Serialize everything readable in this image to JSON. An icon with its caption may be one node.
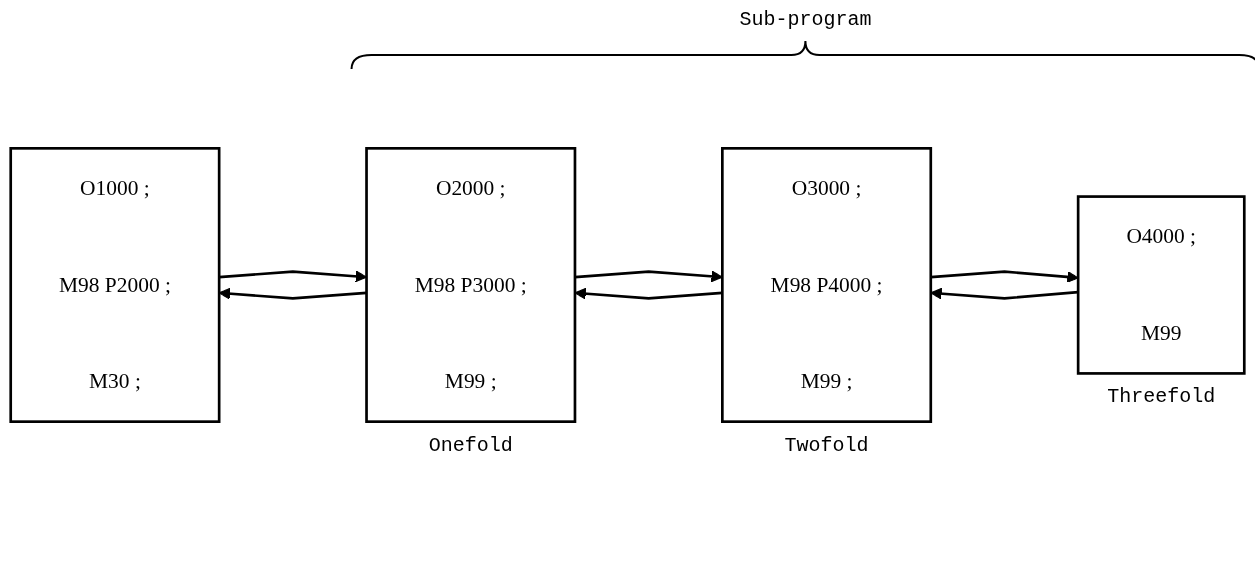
{
  "diagram": {
    "nodes": [
      {
        "text": [
          "O1000 ;",
          "M98 P2000 ;",
          "M30 ;"
        ]
      },
      {
        "text": [
          "O2000 ;",
          "M98 P3000 ;",
          "M99 ;"
        ],
        "beside": [
          "Onefold"
        ]
      },
      {
        "text": [
          "O3000 ;",
          "M98 P4000 ;",
          "M99 ;"
        ],
        "beside": [
          "Twofold"
        ]
      },
      {
        "text": [
          "O4000 ;",
          "M99"
        ],
        "beside": [
          "Threefold"
        ]
      }
    ],
    "edges": [
      {
        "from": 0,
        "to": 1,
        "arrow": "to"
      },
      {
        "from": 1,
        "to": 0,
        "arrow": "to"
      },
      {
        "from": 1,
        "to": 2,
        "arrow": "to"
      },
      {
        "from": 2,
        "to": 1,
        "arrow": "to"
      },
      {
        "from": 2,
        "to": 3,
        "arrow": "to"
      },
      {
        "from": 3,
        "to": 2,
        "arrow": "to"
      }
    ],
    "labels": [
      "Sub-program"
    ]
  }
}
